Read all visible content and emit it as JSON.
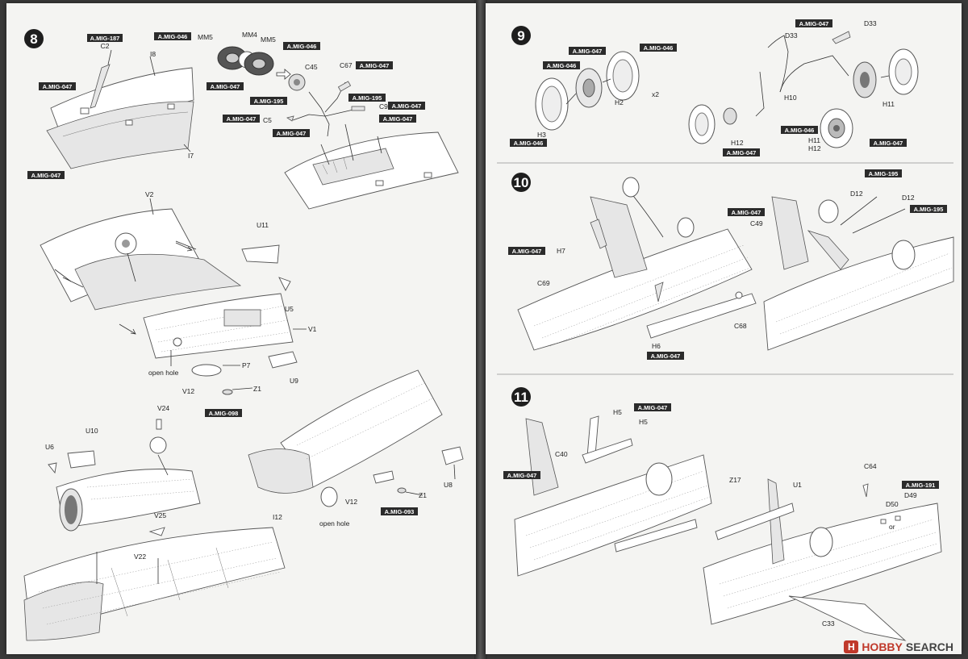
{
  "steps": {
    "s8": "8",
    "s9": "9",
    "s10": "10",
    "s11": "11"
  },
  "labels": {
    "s8": {
      "a187": "A.MIG-187",
      "a046_top": "A.MIG-046",
      "c2": "C2",
      "i8": "I8",
      "mm5a": "MM5",
      "mm4": "MM4",
      "mm5b": "MM5",
      "a046_right": "A.MIG-046",
      "a047_mm": "A.MIG-047",
      "c45": "C45",
      "c67": "C67",
      "a047_c67": "A.MIG-047",
      "a195_a": "A.MIG-195",
      "a195_b": "A.MIG-195",
      "c9": "C9",
      "a047_c9": "A.MIG-047",
      "a047_c5": "A.MIG-047",
      "c5": "C5",
      "a047_mid": "A.MIG-047",
      "a047_left_top": "A.MIG-047",
      "i7": "I7",
      "a047_left_bot": "A.MIG-047",
      "v2": "V2",
      "u11": "U11",
      "u5": "U5",
      "v1": "V1",
      "u9": "U9",
      "open_hole_1": "open hole",
      "p7": "P7",
      "v12_a": "V12",
      "z1_a": "Z1",
      "a098": "A.MIG-098",
      "v24": "V24",
      "u10": "U10",
      "u6": "U6",
      "v25": "V25",
      "v22": "V22",
      "u8": "U8",
      "i12": "I12",
      "v12_b": "V12",
      "open_hole_2": "open hole",
      "z1_b": "Z1",
      "a093": "A.MIG-093"
    },
    "s9": {
      "a047_top": "A.MIG-047",
      "a046_top": "A.MIG-046",
      "a046_left": "A.MIG-046",
      "h2": "H2",
      "x2": "x2",
      "h3": "H3",
      "a046_h3": "A.MIG-046",
      "a047_d33": "A.MIG-047",
      "d33_a": "D33",
      "d33_b": "D33",
      "h10": "H10",
      "h11": "H11",
      "h12": "H12",
      "a047_h12": "A.MIG-047",
      "a046_bot": "A.MIG-046",
      "h11b": "H11",
      "h12b": "H12",
      "a047_bot": "A.MIG-047"
    },
    "s10": {
      "a047_left": "A.MIG-047",
      "h7": "H7",
      "c69": "C69",
      "h6": "H6",
      "a047_h6": "A.MIG-047",
      "c68": "C68",
      "a195_a": "A.MIG-195",
      "d12_a": "D12",
      "d12_b": "D12",
      "a047_c49": "A.MIG-047",
      "c49": "C49",
      "a195_b": "A.MIG-195"
    },
    "s11": {
      "h5_a": "H5",
      "a047_h5": "A.MIG-047",
      "h5_b": "H5",
      "c40": "C40",
      "a047_c40": "A.MIG-047",
      "c64": "C64",
      "a191": "A.MIG-191",
      "d49": "D49",
      "d50": "D50",
      "or": "or",
      "z17": "Z17",
      "u1": "U1",
      "c33": "C33"
    }
  },
  "watermark": {
    "logo": "H",
    "word": "HOBBY",
    "brand": "SEARCH"
  },
  "colors": {
    "part_tag": "#2b2b2b",
    "step_badge": "#1e1e1e",
    "watermark": "#c0392b"
  }
}
